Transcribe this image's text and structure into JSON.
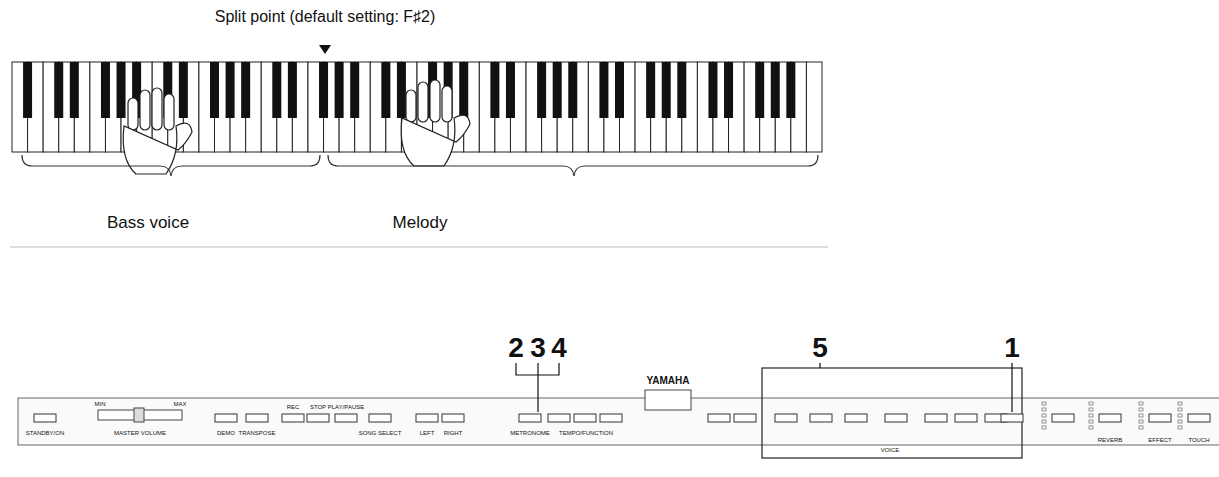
{
  "diagram": {
    "labels": [
      "Split point (default setting: F♯2)",
      "Bass voice",
      "Melody",
      "2",
      "3",
      "4",
      "5",
      "1",
      "YAMAHA",
      "STANDBY/ON",
      "MASTER VOLUME",
      "MIN",
      "MAX",
      "DEMO",
      "TRANSPOSE",
      "REC",
      "STOP",
      "PLAY/PAUSE",
      "SONG SELECT",
      "LEFT",
      "RIGHT",
      "METRONOME",
      "TEMPO/FUNCTION",
      "VOICE",
      "REVERB",
      "EFFECT",
      "TOUCH"
    ]
  }
}
